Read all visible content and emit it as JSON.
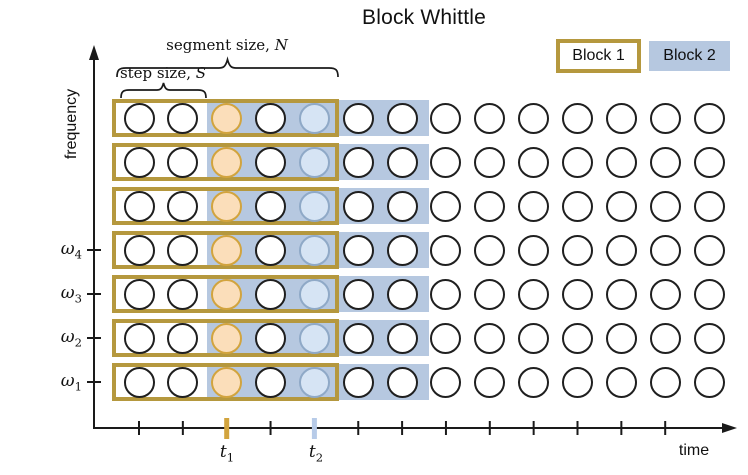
{
  "title": "Block Whittle",
  "legend": {
    "block1_label": "Block 1",
    "block2_label": "Block 2"
  },
  "annotations": {
    "segment_label": "segment size,",
    "segment_var": "N",
    "step_label": "step size,",
    "step_var": "S"
  },
  "axes": {
    "y_label": "frequency",
    "x_label": "time",
    "t1": {
      "base": "t",
      "sub": "1"
    },
    "t2": {
      "base": "t",
      "sub": "2"
    }
  },
  "grid": {
    "num_rows": 7,
    "num_cols": 14,
    "block1_cols": [
      1,
      5
    ],
    "block2_cols": [
      3,
      7
    ],
    "orange_col": 3,
    "blue_col": 5,
    "t1_col": 3,
    "t2_col": 5,
    "row_labels": [
      null,
      null,
      null,
      {
        "base": "ω",
        "sub": "4"
      },
      {
        "base": "ω",
        "sub": "3"
      },
      {
        "base": "ω",
        "sub": "2"
      },
      {
        "base": "ω",
        "sub": "1"
      }
    ]
  },
  "colors": {
    "gold": "#b5983e",
    "gold_bright": "#d2a43e",
    "band_blue": "#b6c8e0",
    "orange_fill": "#fbdeba",
    "blue_fill": "#d6e4f4",
    "blue_border": "#8fa9c7",
    "tick_blue": "#b7cbe8",
    "ink": "#1a1a1a"
  }
}
